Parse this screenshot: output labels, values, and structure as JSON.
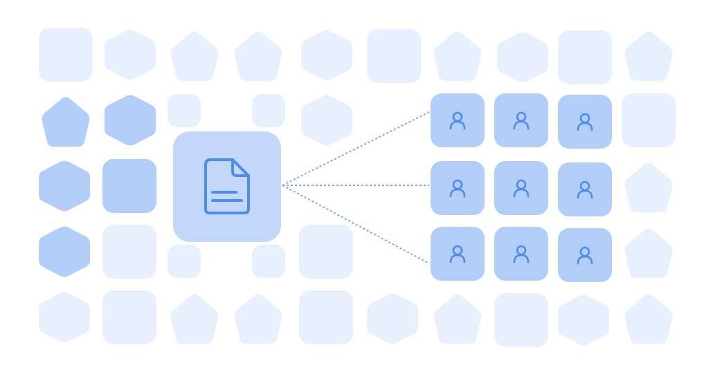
{
  "illustration": {
    "theme": "document shared with users",
    "colors": {
      "background": "#ffffff",
      "shape_faint": "#e8effd",
      "shape_medium": "#b2cdf7",
      "document_tile": "#c3d7fb",
      "icon_stroke": "#4d8ce8",
      "connector": "#7aa8ea"
    },
    "document": {
      "icon": "document-icon"
    },
    "users": {
      "icon": "user-icon",
      "rows": 3,
      "columns": 3
    },
    "connectors": {
      "count": 3,
      "style": "dashed"
    }
  }
}
